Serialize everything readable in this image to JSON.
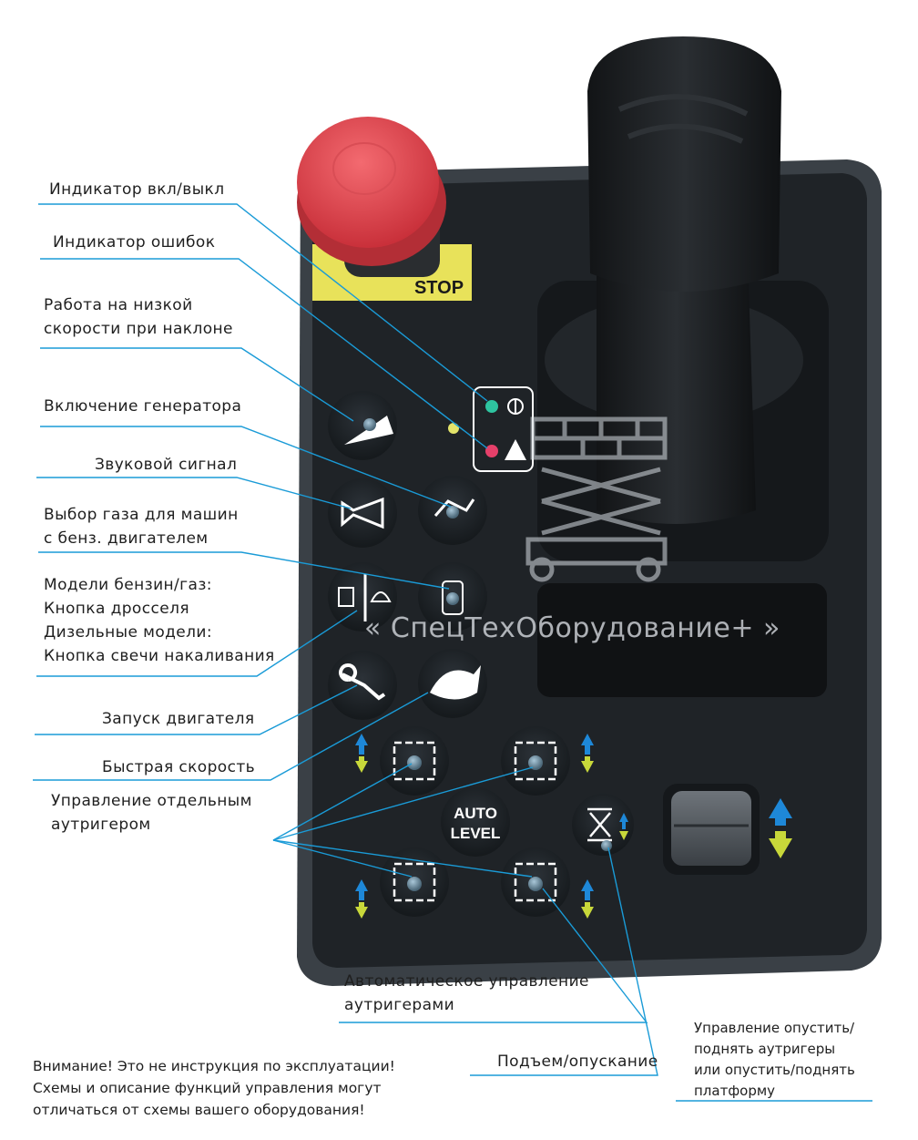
{
  "labels": {
    "power_indicator": "Индикатор вкл/выкл",
    "error_indicator": "Индикатор ошибок",
    "low_speed_line1": "Работа на низкой",
    "low_speed_line2": "скорости при наклоне",
    "generator": "Включение генератора",
    "horn": "Звуковой сигнал",
    "gas_line1": "Выбор газа для машин",
    "gas_line2": "с бенз. двигателем",
    "choke_line1": "Модели бензин/газ:",
    "choke_line2": "Кнопка дросселя",
    "choke_line3": "Дизельные модели:",
    "choke_line4": "Кнопка свечи накаливания",
    "engine_start": "Запуск двигателя",
    "fast_speed": "Быстрая скорость",
    "outrigger_line1": "Управление отдельным",
    "outrigger_line2": "аутригером",
    "auto_line1": "Автоматическое управление",
    "auto_line2": "аутригерами",
    "lift_lower": "Подъем/опускание",
    "rocker_line1": "Управление опустить/",
    "rocker_line2": "поднять аутригеры",
    "rocker_line3": "или опустить/поднять",
    "rocker_line4": "платформу"
  },
  "panel": {
    "stop_label": "STOP",
    "auto_level_line1": "AUTO",
    "auto_level_line2": "LEVEL"
  },
  "watermark": "« СпецТехОборудование+ »",
  "notice": {
    "line1": "Внимание! Это не инструкция по эксплуатации!",
    "line2": "Схемы и описание функций управления могут",
    "line3": "отличаться от схемы вашего оборудования!"
  },
  "colors": {
    "leader_line": "#1a9bd7",
    "panel": "#1f2327",
    "stop_button": "#e8464f",
    "stop_plate": "#e8e25a",
    "arrow_blue": "#1e88d8",
    "arrow_yellow": "#c8d83a"
  }
}
